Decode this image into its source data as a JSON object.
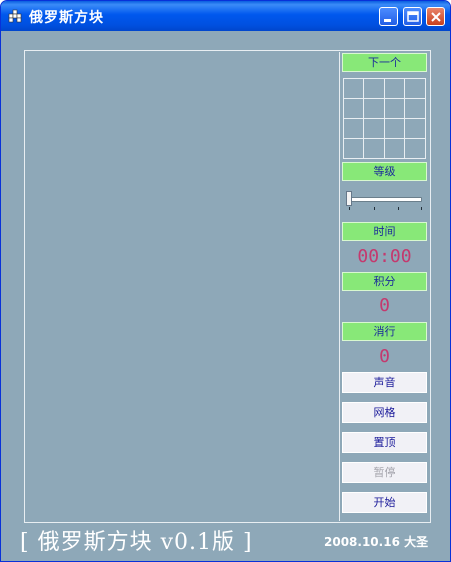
{
  "window": {
    "title": "俄罗斯方块",
    "app_icon": "tetris-icon",
    "controls": [
      "minimize-icon",
      "maximize-icon",
      "close-icon"
    ]
  },
  "side": {
    "next_label": "下一个",
    "level_label": "等级",
    "level_value": 0,
    "time_label": "时间",
    "time_value": "00:00",
    "score_label": "积分",
    "score_value": "0",
    "lines_label": "消行",
    "lines_value": "0",
    "buttons": {
      "sound": "声音",
      "grid": "网格",
      "topmost": "置顶",
      "pause": "暂停",
      "start": "开始"
    }
  },
  "footer": {
    "title": "[ 俄罗斯方块 v0.1版 ]",
    "date": "2008.10.16 大圣"
  },
  "colors": {
    "background": "#8ea8b8",
    "label_bg": "#88e878",
    "value_text": "#c4396e",
    "titlebar": "#0058ee"
  }
}
